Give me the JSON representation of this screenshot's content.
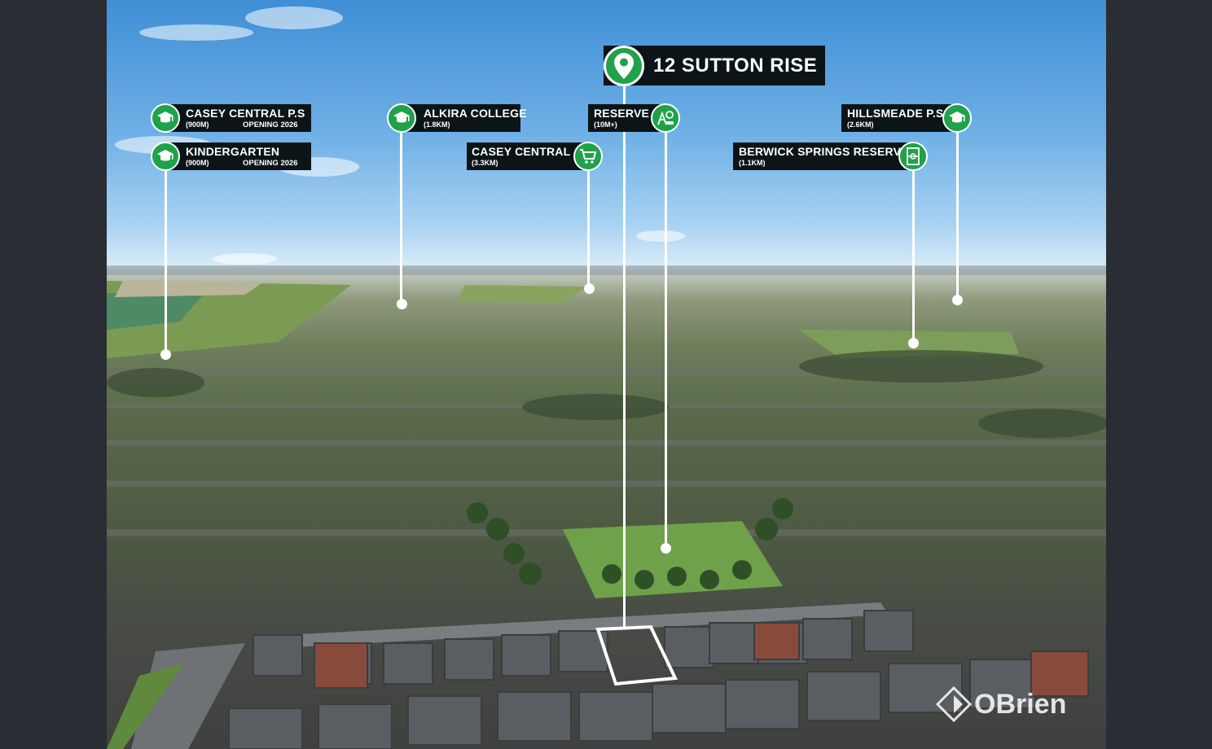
{
  "property": {
    "address": "12 SUTTON RISE"
  },
  "callouts": {
    "casey_central_ps": {
      "name": "CASEY CENTRAL P.S",
      "distance": "(900M)",
      "note": "OPENING 2026"
    },
    "kindergarten": {
      "name": "KINDERGARTEN",
      "distance": "(900M)",
      "note": "OPENING 2026"
    },
    "alkira_college": {
      "name": "ALKIRA COLLEGE",
      "distance": "(1.8KM)"
    },
    "casey_central": {
      "name": "CASEY CENTRAL",
      "distance": "(3.3KM)"
    },
    "reserve": {
      "name": "RESERVE",
      "distance": "(10M+)"
    },
    "hillsmeade_ps": {
      "name": "HILLSMEADE P.S",
      "distance": "(2.6KM)"
    },
    "berwick_springs_reserve": {
      "name": "BERWICK SPRINGS RESERVE",
      "distance": "(1.1KM)"
    }
  },
  "brand": {
    "name": "OBrien"
  },
  "colors": {
    "accent": "#1fa24a",
    "label_bg": "#0c1418",
    "frame": "#2a2d33"
  },
  "icons": [
    "location-pin-icon",
    "graduation-cap-icon",
    "shopping-cart-icon",
    "playground-icon",
    "sports-field-icon"
  ]
}
